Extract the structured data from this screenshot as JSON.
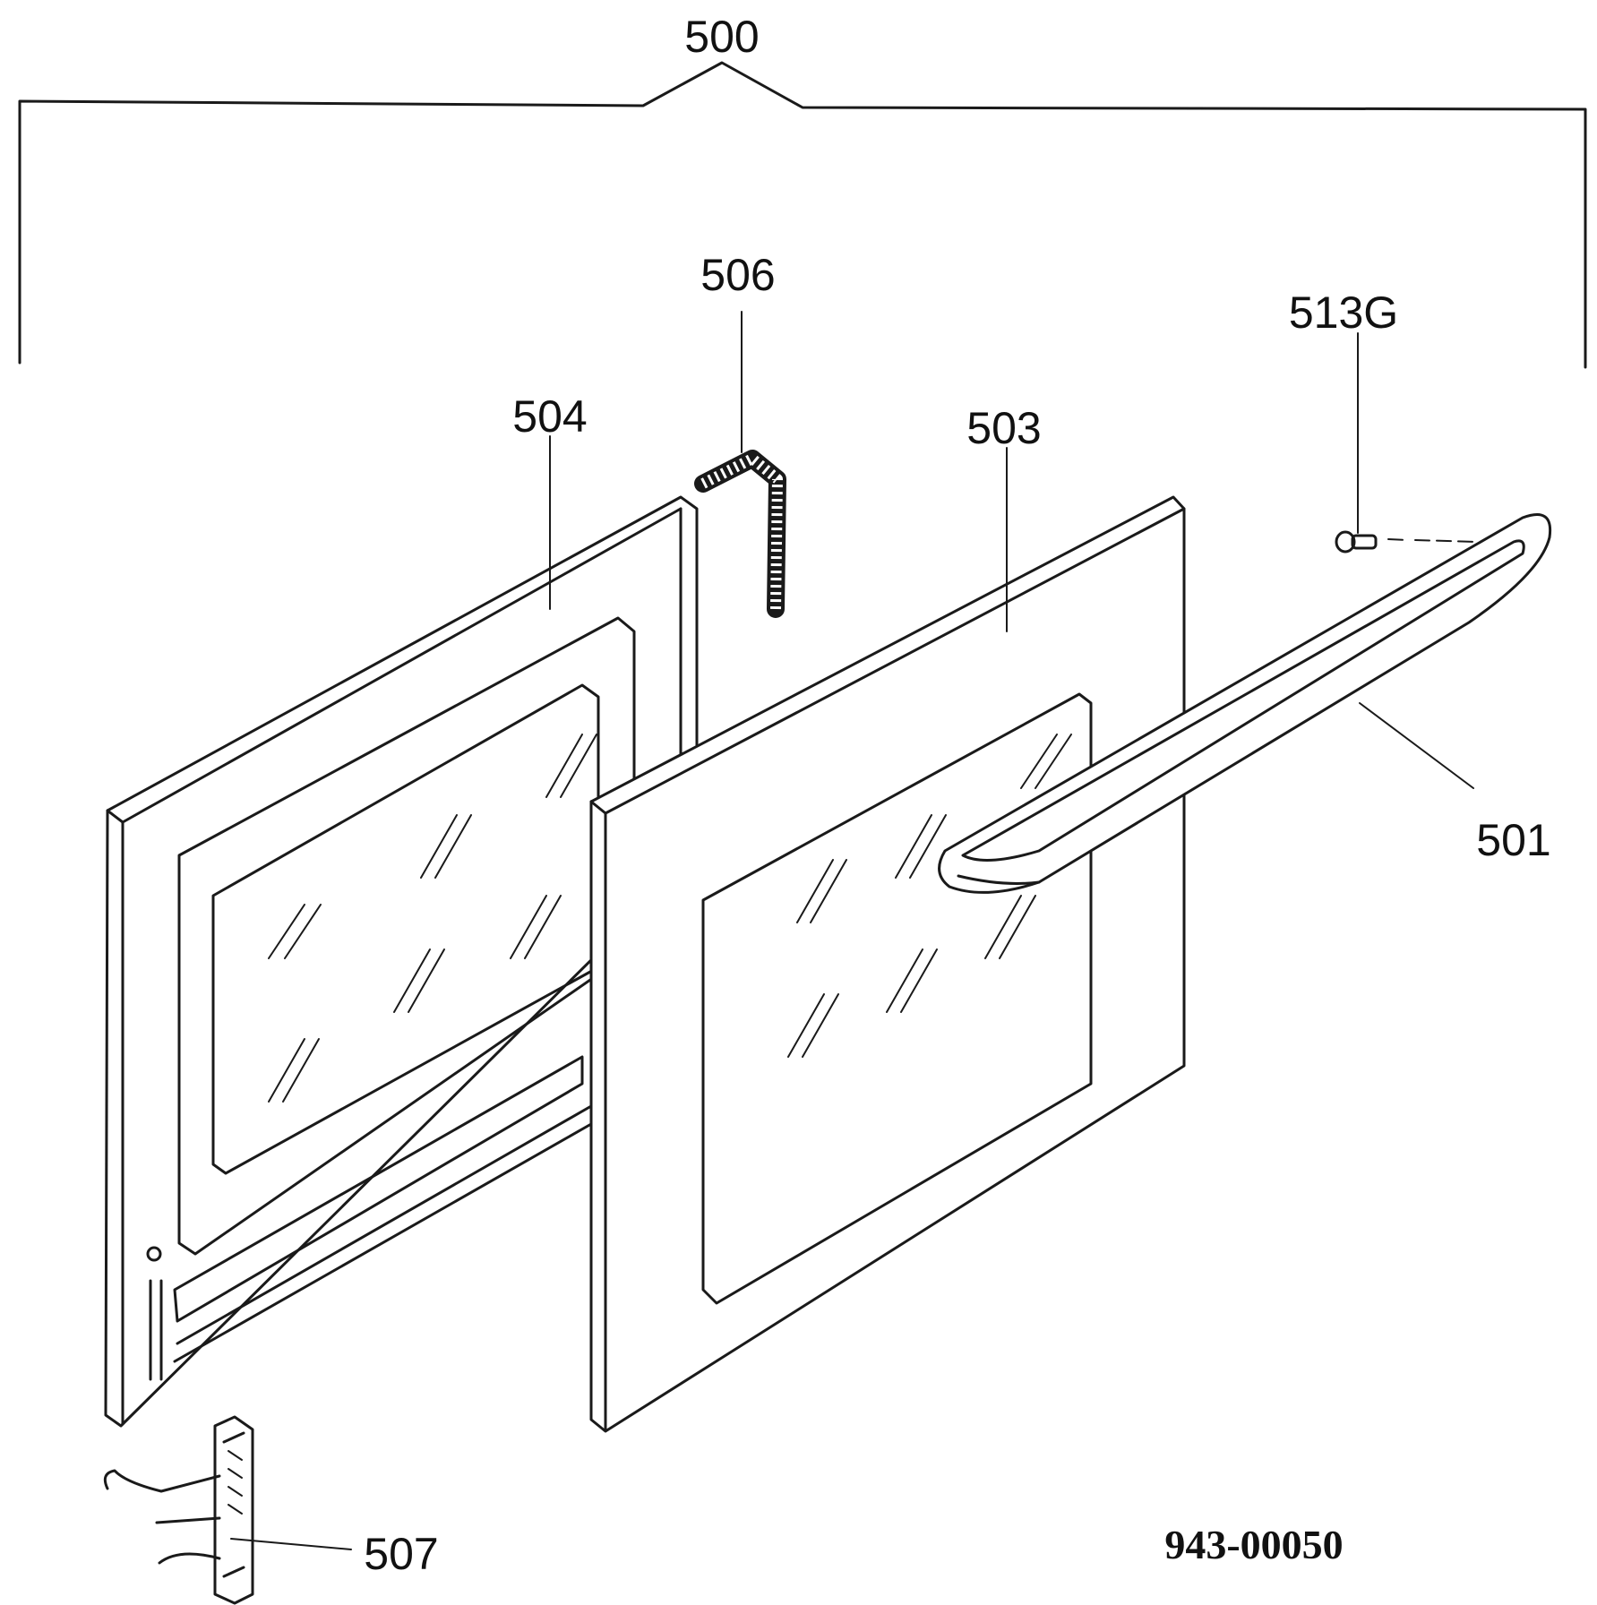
{
  "labels": {
    "assembly": "500",
    "handle": "501",
    "outer_panel": "503",
    "inner_panel": "504",
    "seal": "506",
    "hinge": "507",
    "screw": "513G"
  },
  "drawing_number": "943-00050"
}
